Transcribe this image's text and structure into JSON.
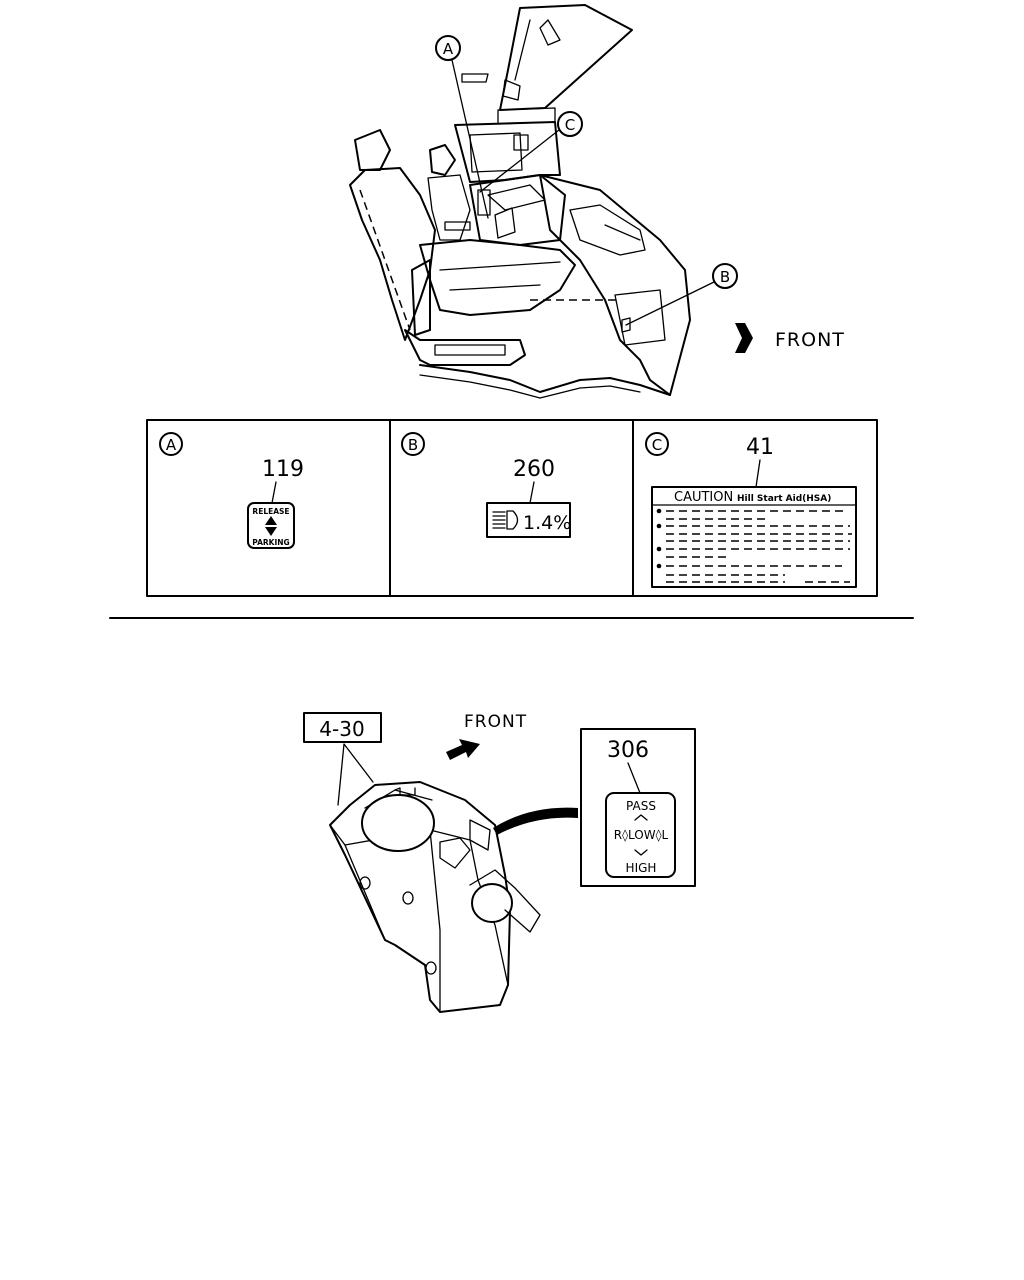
{
  "top_illustration": {
    "callouts": [
      "A",
      "B",
      "C"
    ],
    "front_label": "FRONT"
  },
  "label_table": {
    "cells": [
      {
        "letter": "A",
        "part_no": "119",
        "label_top": "RELEASE",
        "label_bottom": "PARKING"
      },
      {
        "letter": "B",
        "part_no": "260",
        "label_text": "1.4%"
      },
      {
        "letter": "C",
        "part_no": "41",
        "caution_title": "CAUTION",
        "caution_subtitle": "Hill Start Aid(HSA)"
      }
    ]
  },
  "bottom_illustration": {
    "ref_box": "4-30",
    "front_label": "FRONT",
    "label_part_no": "306",
    "switch_label": {
      "pass": "PASS",
      "row": "R◊LOW◊L",
      "high": "HIGH"
    }
  },
  "icons": [
    "front-arrow-icon",
    "headlamp-icon",
    "up-down-arrow-icon"
  ]
}
